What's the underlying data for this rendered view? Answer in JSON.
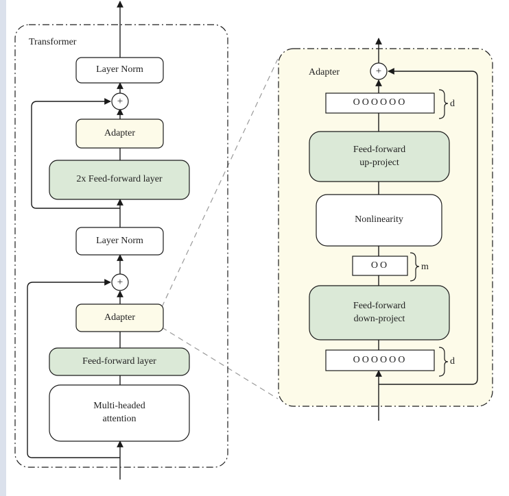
{
  "colors": {
    "left_strip": "#dbe1ec",
    "adapter_fill": "#fdfbe9",
    "ffn_fill": "#dbe9d7",
    "panel_fill": "#fdfbe9",
    "stroke": "#1a1a1a",
    "dashed_connector": "#999999"
  },
  "transformer": {
    "title": "Transformer",
    "layer_norm_top": "Layer Norm",
    "adapter_top": "Adapter",
    "ffn_top": "2x Feed-forward layer",
    "layer_norm_mid": "Layer Norm",
    "adapter_bottom": "Adapter",
    "ffn_bottom": "Feed-forward layer",
    "attention": "Multi-headed\nattention",
    "plus_symbol": "+"
  },
  "adapter_detail": {
    "title": "Adapter",
    "plus_symbol": "+",
    "vector_top": "OOOOOO",
    "vector_top_dim": "d",
    "up_project": "Feed-forward\nup-project",
    "nonlinearity": "Nonlinearity",
    "vector_mid": "OO",
    "vector_mid_dim": "m",
    "down_project": "Feed-forward\ndown-project",
    "vector_bottom": "OOOOOO",
    "vector_bottom_dim": "d"
  },
  "icons": [
    "plus-circle-icon",
    "arrowhead-icon"
  ]
}
